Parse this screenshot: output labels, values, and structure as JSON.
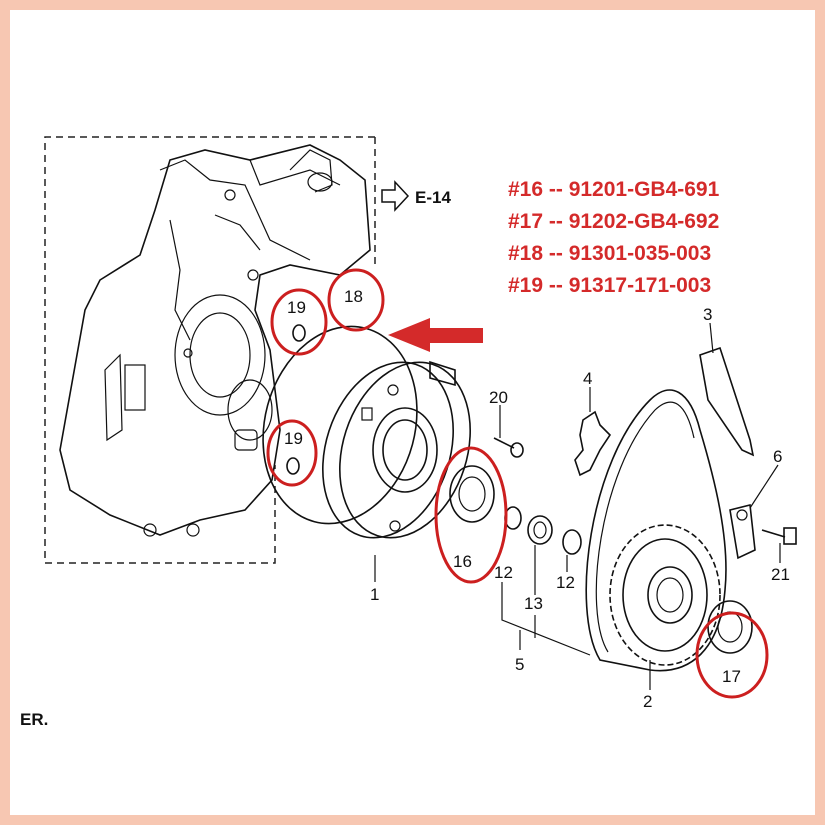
{
  "colors": {
    "frame": "#f7c7b2",
    "accent_red": "#d42a2a",
    "line": "#111111"
  },
  "reference": {
    "arrow_icon": "outline-arrow-right",
    "label": "E-14"
  },
  "part_numbers": [
    {
      "id": "16",
      "text": "#16 -- 91201-GB4-691"
    },
    {
      "id": "17",
      "text": "#17 -- 91202-GB4-692"
    },
    {
      "id": "18",
      "text": "#18 -- 91301-035-003"
    },
    {
      "id": "19",
      "text": "#19 -- 91317-171-003"
    }
  ],
  "callouts": {
    "c1": "1",
    "c2": "2",
    "c3": "3",
    "c4": "4",
    "c5": "5",
    "c6": "6",
    "c12a": "12",
    "c12b": "12",
    "c13": "13",
    "c16": "16",
    "c17": "17",
    "c18": "18",
    "c19a": "19",
    "c19b": "19",
    "c20": "20",
    "c21": "21"
  },
  "highlighted_parts": [
    "16",
    "17",
    "18",
    "19",
    "19"
  ],
  "pointer_arrow": "red-arrow-left",
  "edge_fragment": "ER."
}
